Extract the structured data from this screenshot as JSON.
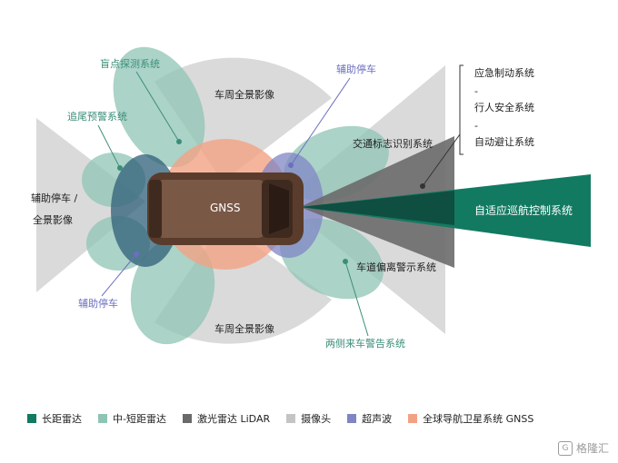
{
  "labels": {
    "blind_spot": "盲点探测系统",
    "park_assist_top": "辅助停车",
    "rear_collision": "追尾预警系统",
    "surround_top": "车周全景影像",
    "traffic_sign": "交通标志识别系统",
    "park_surround_left_1": "辅助停车 /",
    "park_surround_left_2": "全景影像",
    "gnss_car": "GNSS",
    "acc": "自适应巡航控制系统",
    "park_assist_bottom": "辅助停车",
    "lane_departure": "车道偏离警示系统",
    "surround_bottom": "车周全景影像",
    "cross_traffic": "两侧来车警告系统"
  },
  "bracket_items": [
    "应急制动系统",
    "-",
    "行人安全系统",
    "-",
    "自动避让系统"
  ],
  "legend": [
    {
      "label": "长距雷达",
      "color": "#137a62"
    },
    {
      "label": "中-短距雷达",
      "color": "#8fc4b4"
    },
    {
      "label": "激光雷达 LiDAR",
      "color": "#6a6a6a"
    },
    {
      "label": "摄像头",
      "color": "#c4c4c4"
    },
    {
      "label": "超声波",
      "color": "#7f86c4"
    },
    {
      "label": "全球导航卫星系统 GNSS",
      "color": "#f2a284"
    }
  ],
  "watermark": "格隆汇"
}
